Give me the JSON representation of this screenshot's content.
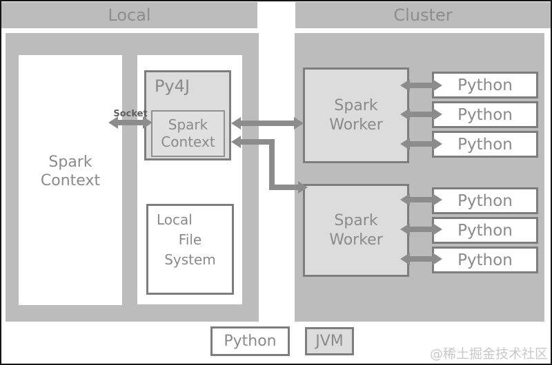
{
  "titles": {
    "local": "Local",
    "cluster": "Cluster"
  },
  "local": {
    "spark_context_label": "Spark Context",
    "socket_label": "Socket",
    "py4j": {
      "title": "Py4J",
      "spark_context_label": "Spark Context"
    },
    "file_system": {
      "line1": "Local",
      "line2": "File",
      "line3": "System"
    }
  },
  "cluster": {
    "worker1": {
      "label": "Spark Worker",
      "python1": "Python",
      "python2": "Python",
      "python3": "Python"
    },
    "worker2": {
      "label": "Spark Worker",
      "python1": "Python",
      "python2": "Python",
      "python3": "Python"
    }
  },
  "legend": {
    "python_label": "Python",
    "jvm_label": "JVM"
  },
  "watermark": "@稀土掘金技术社区",
  "colors": {
    "panel": "#bcbcbc",
    "box_fill": "#dcdcdc",
    "box_border": "#7d7d7d",
    "arrow": "#8c8c8c",
    "label_text": "#8a8a8a",
    "frame": "#151515"
  }
}
